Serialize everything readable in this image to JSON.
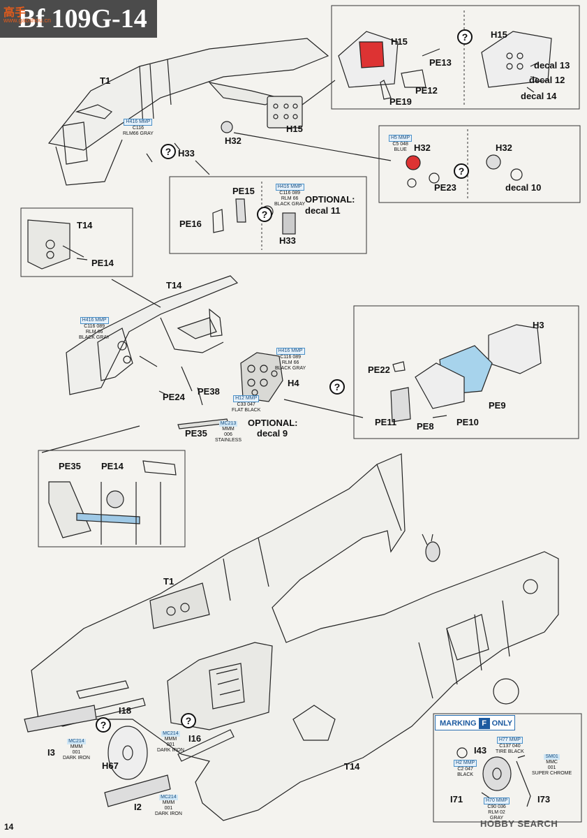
{
  "header": {
    "title": "Bf 109G-14",
    "watermark": "高手",
    "watermark_url": "www.gaoshou.cn",
    "page_number": "14",
    "footer_brand": "HOBBY SEARCH"
  },
  "parts": {
    "T1_top": "T1",
    "T1_bottom": "T1",
    "T14_inset": "T14",
    "T14_mid": "T14",
    "T14_bottom": "T14",
    "H15_main": "H15",
    "H15_box_a": "H15",
    "H15_box_b": "H15",
    "PE13": "PE13",
    "PE12": "PE12",
    "PE19": "PE19",
    "decal13": "decal 13",
    "decal12": "decal 12",
    "decal14": "decal 14",
    "H32_main": "H32",
    "H32_box_a": "H32",
    "H32_box_b": "H32",
    "PE23": "PE23",
    "decal10": "decal 10",
    "H33_main": "H33",
    "H33_box": "H33",
    "PE15": "PE15",
    "PE16": "PE16",
    "optional_decal11_a": "OPTIONAL:",
    "optional_decal11_b": "decal 11",
    "PE14": "PE14",
    "PE24": "PE24",
    "PE38": "PE38",
    "PE35": "PE35",
    "H4": "H4",
    "optional_decal9_a": "OPTIONAL:",
    "optional_decal9_b": "decal 9",
    "H3": "H3",
    "PE22": "PE22",
    "PE9": "PE9",
    "PE11": "PE11",
    "PE8": "PE8",
    "PE10": "PE10",
    "inset_PE35": "PE35",
    "inset_PE14": "PE14",
    "I18": "I18",
    "I3": "I3",
    "H67": "H67",
    "I16": "I16",
    "I2": "I2",
    "I43": "I43",
    "I71": "I71",
    "I73": "I73"
  },
  "marking": {
    "label": "MARKING",
    "letter": "F",
    "suffix": "ONLY"
  },
  "paint": {
    "p1": {
      "code": "H416 MMP",
      "c": "C116  089",
      "name": "RLM 66",
      "name2": "BLACK GRAY"
    },
    "p2": {
      "code": "H416 MMP",
      "c": "C116",
      "name": "RLM66 GRAY",
      "name2": ""
    },
    "p3": {
      "code": "H5  MMP",
      "c": "C5   048",
      "name": "BLUE",
      "name2": ""
    },
    "p4": {
      "code": "H416 MMP",
      "c": "C116  089",
      "name": "RLM 66",
      "name2": "BLACK GRAY"
    },
    "p5": {
      "code": "H12 MMP",
      "c": "C33  047",
      "name": "FLAT BLACK",
      "name2": ""
    },
    "p6": {
      "code": "MC213",
      "c": "MMM",
      "name": "006",
      "name2": "STAINLESS"
    },
    "p7": {
      "code": "MC214",
      "c": "MMM",
      "name": "001",
      "name2": "DARK IRON"
    },
    "p8": {
      "code": "H77 MMP",
      "c": "C137  040",
      "name": "TIRE BLACK",
      "name2": ""
    },
    "p9": {
      "code": "H2 MMP",
      "c": "C2  047",
      "name": "BLACK",
      "name2": ""
    },
    "p10": {
      "code": "SM01",
      "c": "MMC",
      "name": "001",
      "name2": "SUPER CHROME"
    },
    "p11": {
      "code": "H70 MMP",
      "c": "C90  036",
      "name": "RLM 02",
      "name2": "GRAY"
    }
  }
}
